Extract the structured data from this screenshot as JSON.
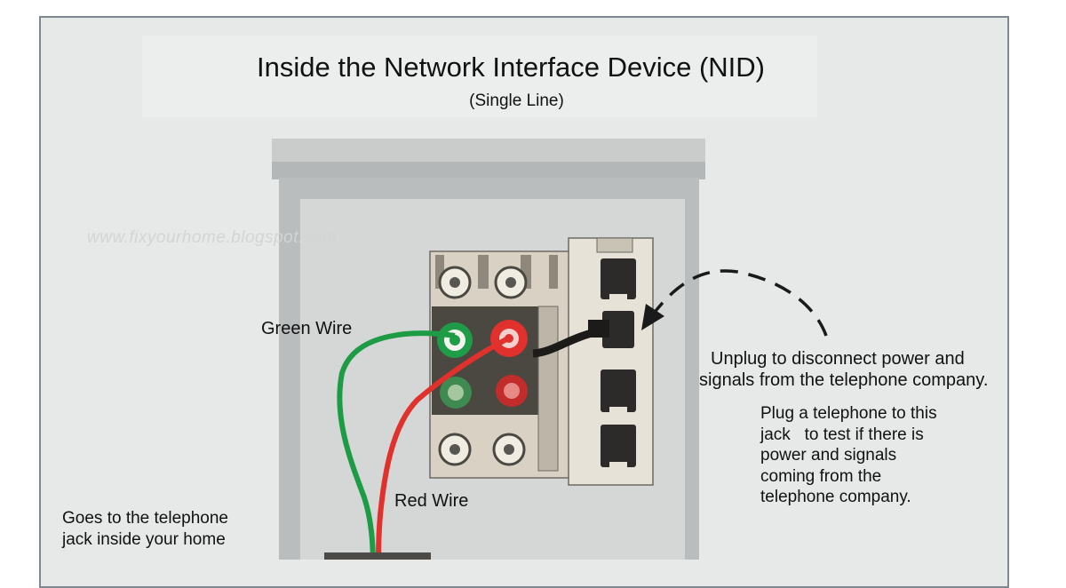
{
  "diagram": {
    "title": "Inside the Network Interface Device (NID)",
    "subtitle": "(Single Line)",
    "watermark": "www.fixyourhome.blogspot.com",
    "labels": {
      "green_wire": "Green Wire",
      "red_wire": "Red Wire",
      "unplug_line1": "Unplug to disconnect power and",
      "unplug_line2": "signals from the telephone company.",
      "plug_line1": "Plug a telephone to this",
      "plug_line2": "jack   to test if there is",
      "plug_line3": "power and signals",
      "plug_line4": "coming from the",
      "plug_line5": "telephone company.",
      "goes_line1": "Goes to the telephone",
      "goes_line2": "jack inside your home"
    },
    "colors": {
      "green_wire": "#1e9b45",
      "red_wire": "#e0312c",
      "box_gray": "#b8bcbc",
      "panel_beige": "#dcd6ca"
    }
  }
}
